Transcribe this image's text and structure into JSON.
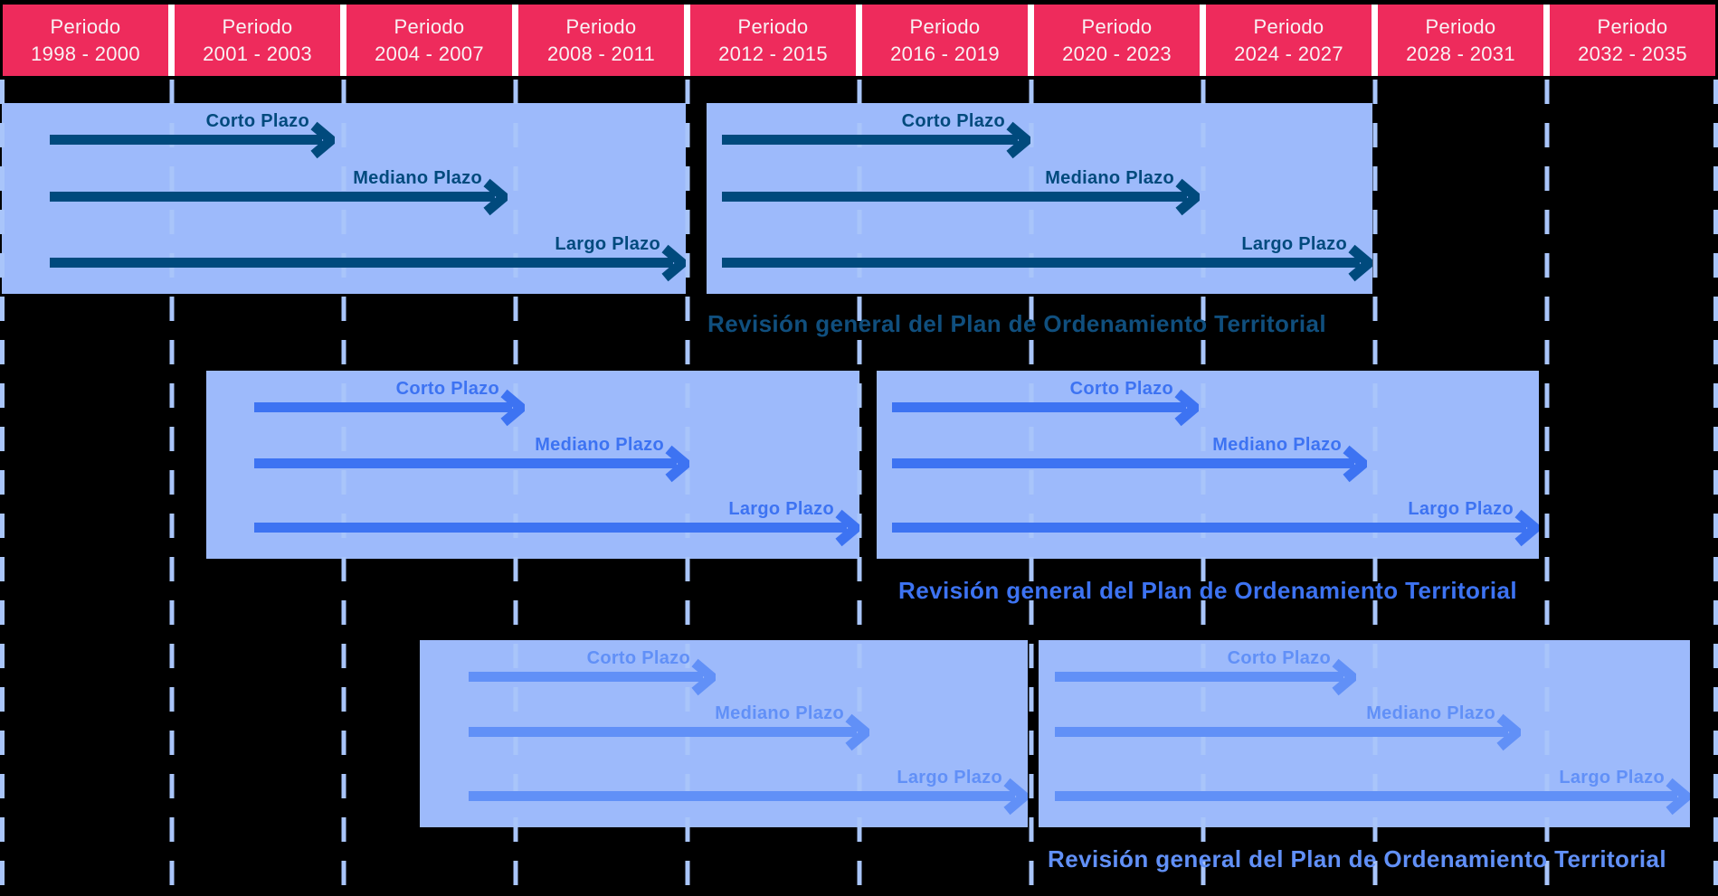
{
  "periods": [
    {
      "title": "Periodo",
      "range": "1998 - 2000"
    },
    {
      "title": "Periodo",
      "range": "2001 - 2003"
    },
    {
      "title": "Periodo",
      "range": "2004 - 2007"
    },
    {
      "title": "Periodo",
      "range": "2008 - 2011"
    },
    {
      "title": "Periodo",
      "range": "2012 - 2015"
    },
    {
      "title": "Periodo",
      "range": "2016 - 2019"
    },
    {
      "title": "Periodo",
      "range": "2020 - 2023"
    },
    {
      "title": "Periodo",
      "range": "2024 - 2027"
    },
    {
      "title": "Periodo",
      "range": "2028 - 2031"
    },
    {
      "title": "Periodo",
      "range": "2032 - 2035"
    }
  ],
  "rows": [
    {
      "caption": "Revisión general del Plan de Ordenamiento Territorial",
      "panels": [
        {
          "arrows": [
            "Corto Plazo",
            "Mediano Plazo",
            "Largo Plazo"
          ]
        },
        {
          "arrows": [
            "Corto Plazo",
            "Mediano Plazo",
            "Largo Plazo"
          ]
        }
      ]
    },
    {
      "caption": "Revisión general del Plan de Ordenamiento Territorial",
      "panels": [
        {
          "arrows": [
            "Corto Plazo",
            "Mediano Plazo",
            "Largo Plazo"
          ]
        },
        {
          "arrows": [
            "Corto Plazo",
            "Mediano Plazo",
            "Largo Plazo"
          ]
        }
      ]
    },
    {
      "caption": "Revisión general del Plan de Ordenamiento Territorial",
      "panels": [
        {
          "arrows": [
            "Corto Plazo",
            "Mediano Plazo",
            "Largo Plazo"
          ]
        },
        {
          "arrows": [
            "Corto Plazo",
            "Mediano Plazo",
            "Largo Plazo"
          ]
        }
      ]
    }
  ],
  "colors": {
    "background": "#000000",
    "period_box_bg": "#EE2B5C",
    "period_box_text": "#F8F2F4",
    "header_gap": "#FFFFFF",
    "panel_bg": "#9DBAFB",
    "grid_dash": "#A9C5FA",
    "row_accents": [
      "#004A7D",
      "#3D73F2",
      "#6190F7"
    ],
    "caption_accents": [
      "#104F7E",
      "#3D73F2",
      "#6190F7"
    ]
  }
}
